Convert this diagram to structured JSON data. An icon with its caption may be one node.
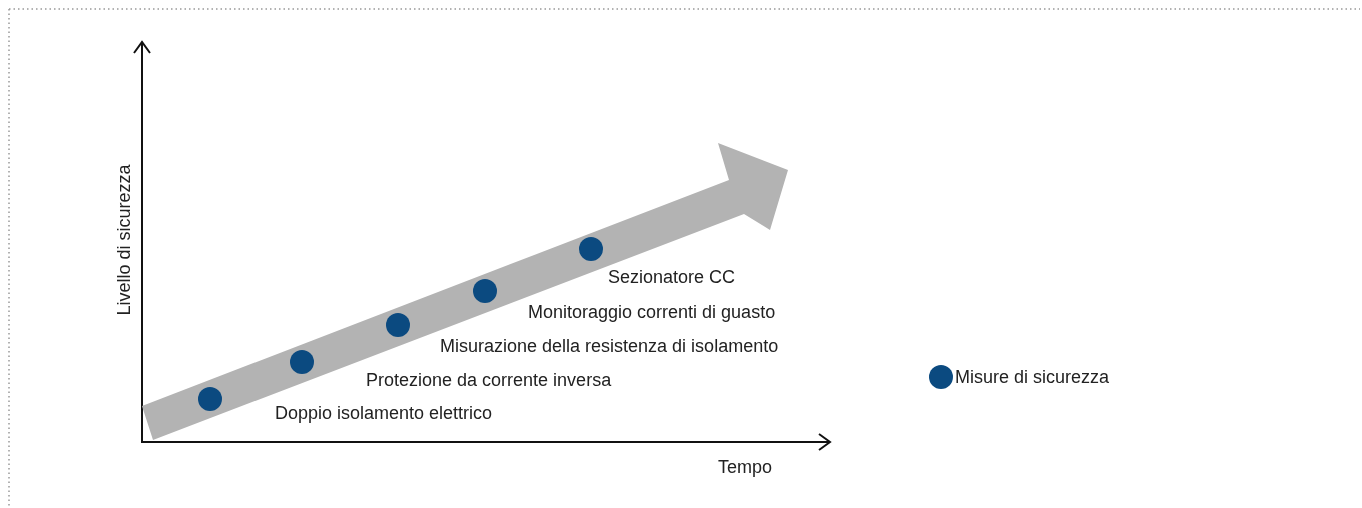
{
  "diagram": {
    "labels": [
      "Livello di sicurezza",
      "Tempo",
      "Sezionatore CC",
      "Monitoraggio correnti di guasto",
      "Misurazione della resistenza di isolamento",
      "Protezione da corrente inversa",
      "Doppio isolamento elettrico"
    ],
    "legend": [
      {
        "text": "Misure di sicurezza",
        "color": "#0b4a80"
      }
    ]
  }
}
